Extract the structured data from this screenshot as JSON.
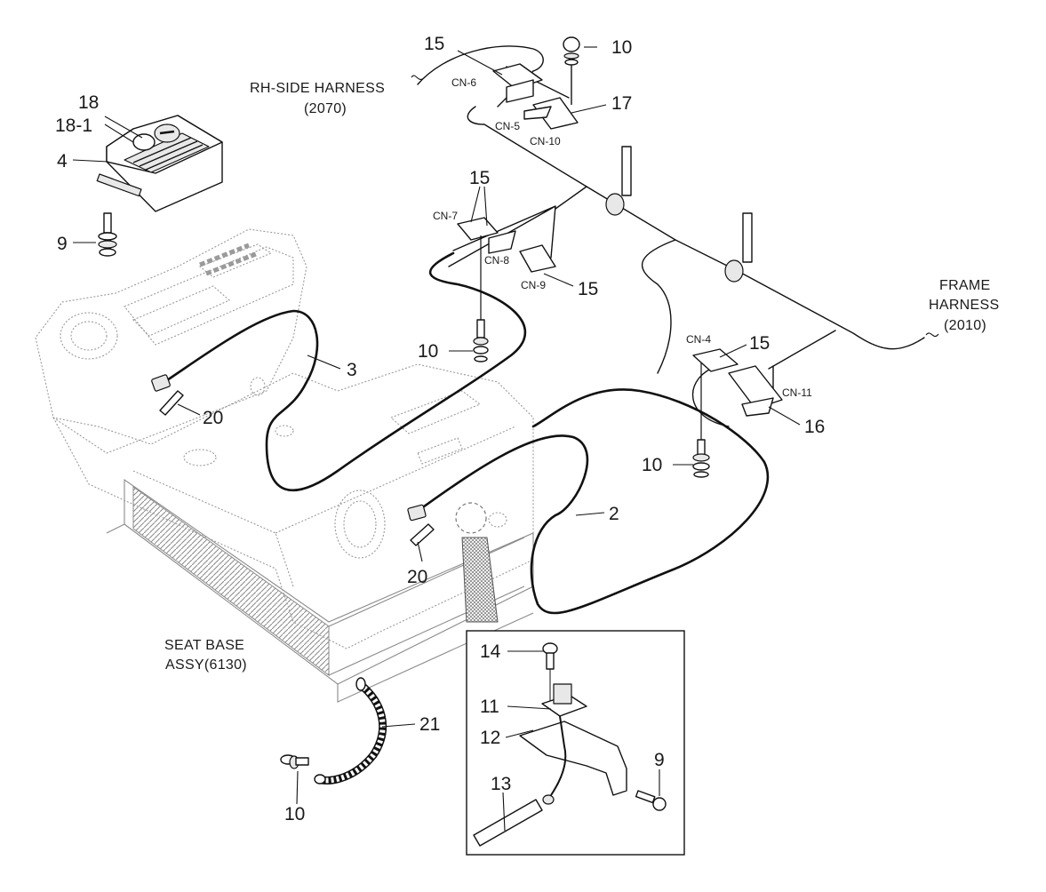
{
  "callouts": {
    "p18": "18",
    "p18_1": "18-1",
    "p4": "4",
    "p9_left": "9",
    "p15_top": "15",
    "p10_top": "10",
    "p17": "17",
    "p15_mid": "15",
    "p15_cn9": "15",
    "p10_mid": "10",
    "p3": "3",
    "p20_left": "20",
    "p15_right": "15",
    "p16": "16",
    "p10_right": "10",
    "p2": "2",
    "p20_mid": "20",
    "p21": "21",
    "p10_bottom": "10",
    "p14": "14",
    "p11": "11",
    "p12": "12",
    "p13": "13",
    "p9_inset": "9"
  },
  "connectors": {
    "cn6": "CN-6",
    "cn5": "CN-5",
    "cn10": "CN-10",
    "cn7": "CN-7",
    "cn8": "CN-8",
    "cn9": "CN-9",
    "cn4": "CN-4",
    "cn11": "CN-11"
  },
  "references": {
    "rh_side_harness": "RH-SIDE HARNESS",
    "rh_side_harness_code": "(2070)",
    "frame_harness_line1": "FRAME",
    "frame_harness_line2": "HARNESS",
    "frame_harness_code": "(2010)",
    "seat_base_line1": "SEAT BASE",
    "seat_base_line2": "ASSY(6130)"
  }
}
